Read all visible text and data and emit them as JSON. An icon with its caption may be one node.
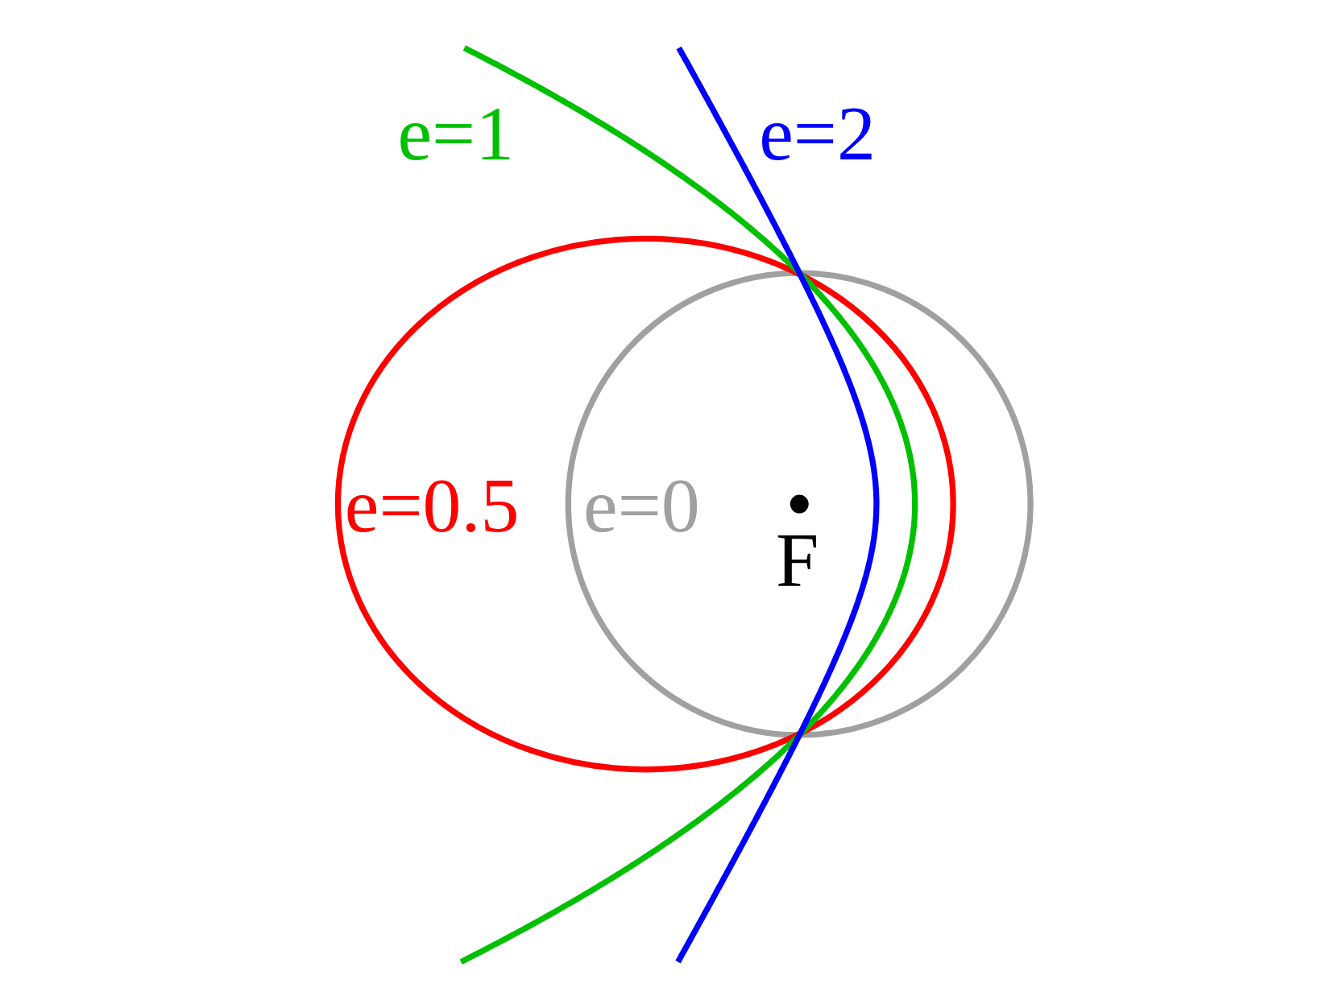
{
  "diagram": {
    "labels": [
      "e=1",
      "e=2",
      "e=0.5",
      "e=0",
      "F"
    ]
  }
}
